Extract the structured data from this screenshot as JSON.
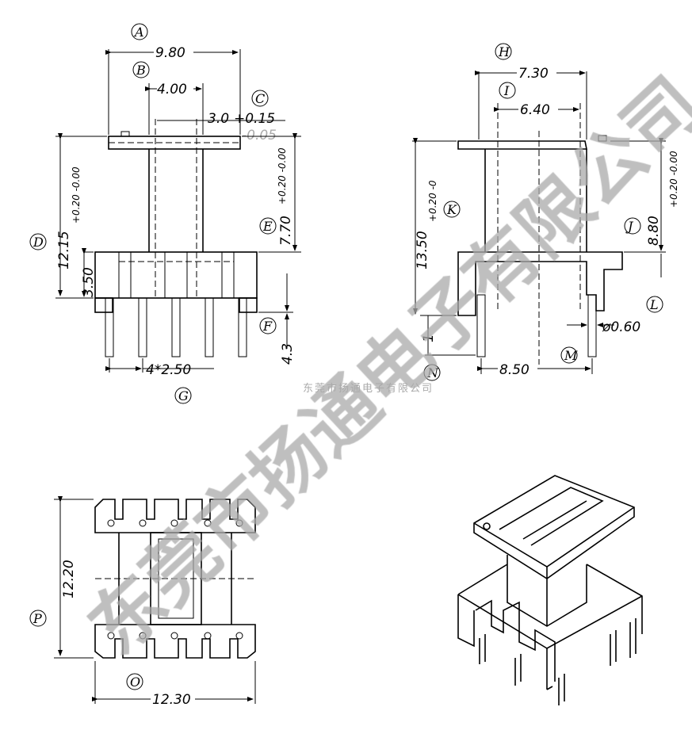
{
  "title_watermark": "东莞市扬通电子有限公司",
  "small_watermark": "东莞市扬通电子有限公司",
  "front_view": {
    "labels": {
      "A": "A",
      "B": "B",
      "C": "C",
      "D": "D",
      "E": "E",
      "F": "F",
      "G": "G"
    },
    "dims": {
      "A": "9.80",
      "B": "4.00",
      "C": "3.0",
      "C_tol_plus": "+0.15",
      "C_tol_minus": "-0.05",
      "D": "12.15",
      "D_tol": "+0.20 -0.00",
      "E": "7.70",
      "E_tol": "+0.20 -0.00",
      "base": "3.50",
      "F": "4.3",
      "G": "4*2.50"
    }
  },
  "side_view": {
    "labels": {
      "H": "H",
      "I": "I",
      "J": "J",
      "K": "K",
      "L": "L",
      "M": "M",
      "N": "N"
    },
    "dims": {
      "H": "7.30",
      "I": "6.40",
      "J": "8.80",
      "J_tol": "+0.20 -0.00",
      "K": "13.50",
      "K_tol": "+0.20 -0",
      "L": "ø0.60",
      "M": "8.50",
      "N": "1"
    }
  },
  "bottom_view": {
    "labels": {
      "O": "O",
      "P": "P"
    },
    "dims": {
      "O": "12.30",
      "P": "12.20"
    }
  }
}
